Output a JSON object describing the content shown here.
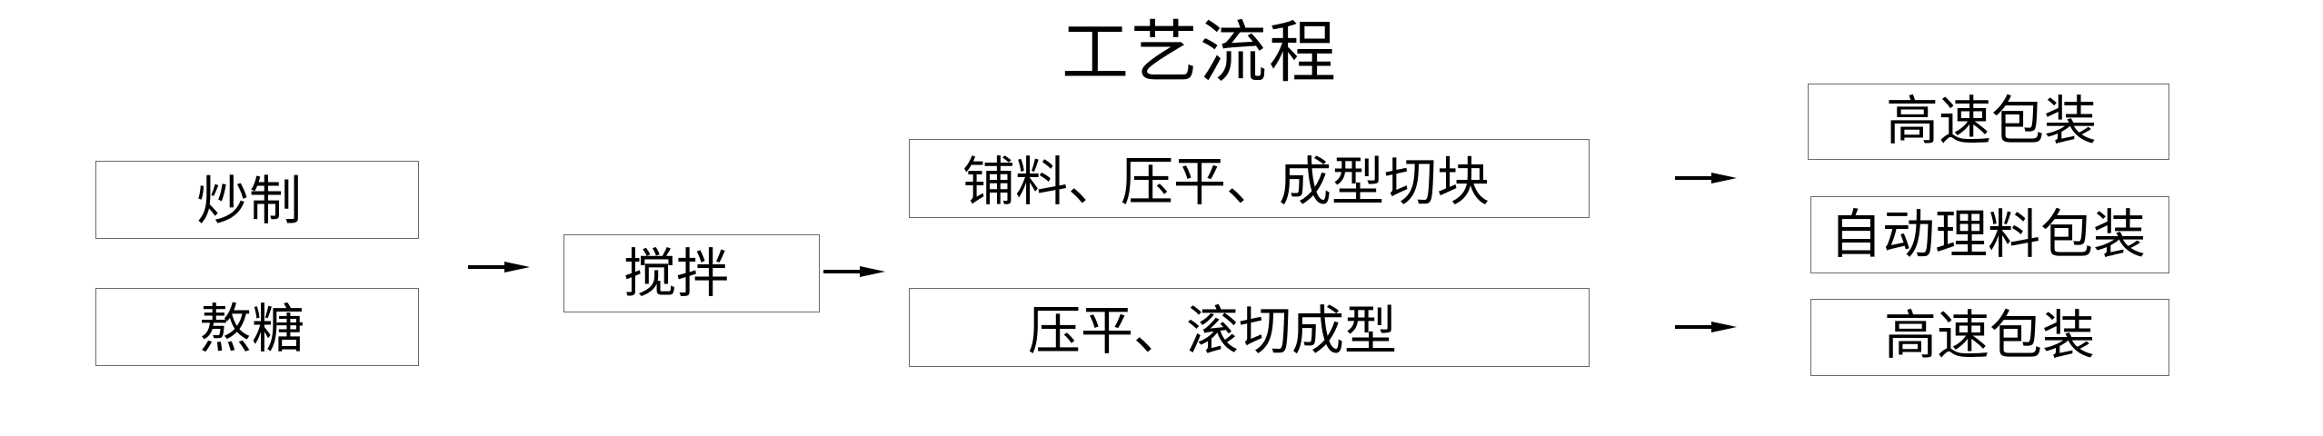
{
  "title": "工艺流程",
  "steps": {
    "roast": "炒制",
    "boil_sugar": "熬糖",
    "mix": "搅拌",
    "spread_press_cut": "铺料、压平、成型切块",
    "press_roll_cut": "压平、滚切成型",
    "pack_high_speed_1": "高速包装",
    "pack_auto_sort": "自动理料包装",
    "pack_high_speed_2": "高速包装"
  }
}
